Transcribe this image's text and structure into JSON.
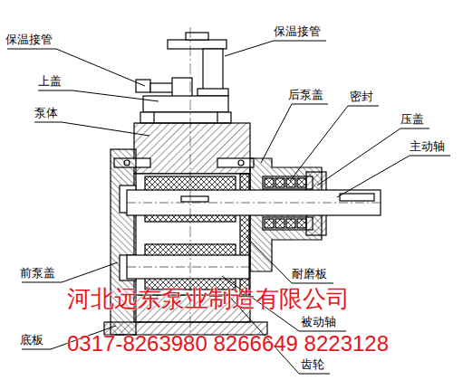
{
  "diagram": {
    "labels": [
      "保温接管",
      "保温接管",
      "上盖",
      "泵体",
      "后泵盖",
      "密封",
      "压盖",
      "主动轴",
      "耐磨板",
      "前泵盖",
      "被动轴",
      "底板",
      "齿轮",
      "河北远东泵业制造有限公司",
      "0317-8263980 8266649 8223128"
    ]
  }
}
